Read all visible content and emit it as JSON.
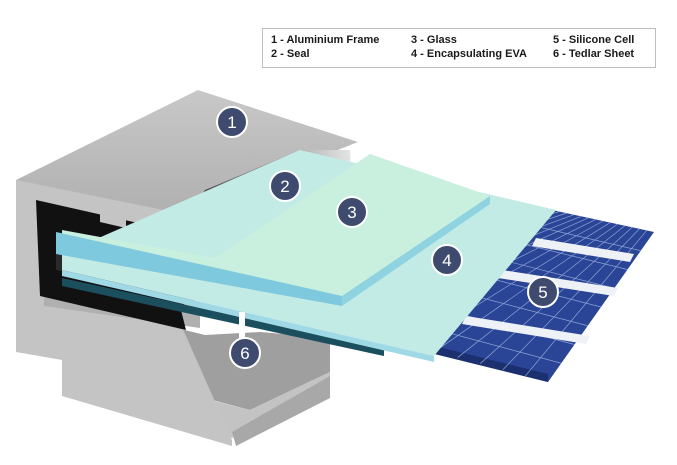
{
  "legend": {
    "items": [
      {
        "label": "1 - Aluminium Frame"
      },
      {
        "label": "2 - Seal"
      },
      {
        "label": "3 - Glass"
      },
      {
        "label": "4 - Encapsulating EVA"
      },
      {
        "label": "5 - Silicone Cell"
      },
      {
        "label": "6 - Tedlar Sheet"
      }
    ]
  },
  "markers": [
    "1",
    "2",
    "3",
    "4",
    "5",
    "6"
  ],
  "colors": {
    "frame": "#b7b7b7",
    "glass": "#c9efdf",
    "glass_edge": "#7ec9dd",
    "eva": "#c2ebe6",
    "cell_panel": "#2a4596",
    "cell_busbar": "#eef2f6",
    "tedlar": "#1c4f5e",
    "marker": "#3f4b6e"
  }
}
